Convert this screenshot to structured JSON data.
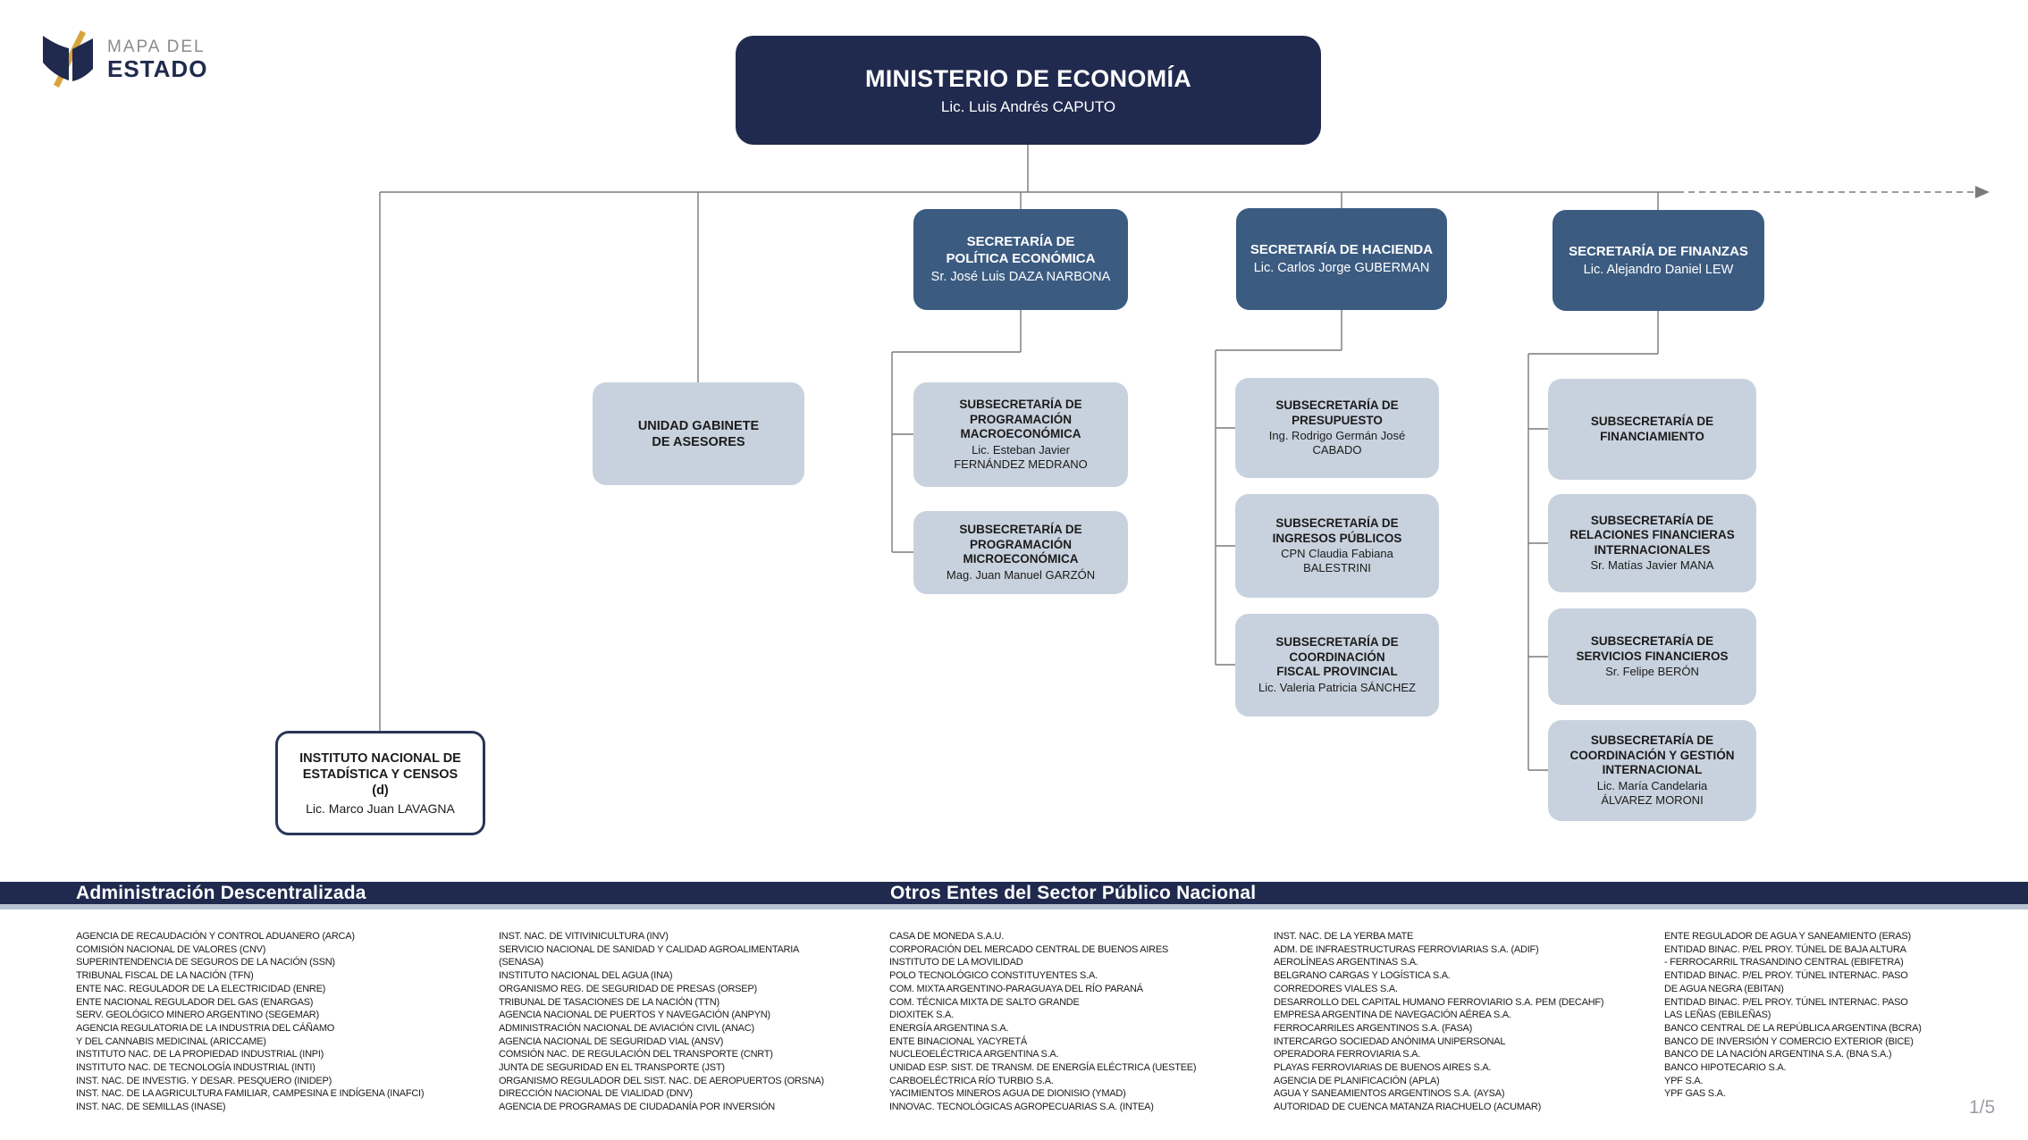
{
  "logo": {
    "top": "MAPA DEL",
    "bottom": "ESTADO"
  },
  "page_indicator": "1/5",
  "colors": {
    "navy": "#202A4E",
    "steel": "#3B5B81",
    "lightbox": "#C8D2DE",
    "strip": "#B7C3D2",
    "connector": "#7A7A7A",
    "gold": "#D9A43B"
  },
  "org": {
    "ministry": {
      "title": "MINISTERIO DE ECONOMÍA",
      "name": "Lic. Luis Andrés CAPUTO"
    },
    "unidad_gabinete": {
      "title": "UNIDAD GABINETE\nDE ASESORES",
      "name": ""
    },
    "indec": {
      "title": "INSTITUTO NACIONAL DE\nESTADÍSTICA Y CENSOS\n(d)",
      "name": "Lic. Marco Juan LAVAGNA"
    },
    "sec_politica": {
      "title": "SECRETARÍA DE\nPOLÍTICA ECONÓMICA",
      "name": "Sr. José Luis DAZA NARBONA"
    },
    "sec_hacienda": {
      "title": "SECRETARÍA DE HACIENDA",
      "name": "Lic. Carlos Jorge GUBERMAN"
    },
    "sec_finanzas": {
      "title": "SECRETARÍA DE FINANZAS",
      "name": "Lic. Alejandro Daniel LEW"
    },
    "sub_macro": {
      "title": "SUBSECRETARÍA DE\nPROGRAMACIÓN\nMACROECONÓMICA",
      "name": "Lic. Esteban Javier\nFERNÁNDEZ MEDRANO"
    },
    "sub_micro": {
      "title": "SUBSECRETARÍA DE\nPROGRAMACIÓN\nMICROECONÓMICA",
      "name": "Mag. Juan Manuel GARZÓN"
    },
    "sub_presupuesto": {
      "title": "SUBSECRETARÍA DE\nPRESUPUESTO",
      "name": "Ing. Rodrigo Germán José\nCABADO"
    },
    "sub_ingresos": {
      "title": "SUBSECRETARÍA DE\nINGRESOS PÚBLICOS",
      "name": "CPN Claudia Fabiana\nBALESTRINI"
    },
    "sub_coord_fiscal": {
      "title": "SUBSECRETARÍA DE\nCOORDINACIÓN\nFISCAL PROVINCIAL",
      "name": "Lic. Valeria Patricia SÁNCHEZ"
    },
    "sub_financiamiento": {
      "title": "SUBSECRETARÍA DE\nFINANCIAMIENTO",
      "name": ""
    },
    "sub_relaciones": {
      "title": "SUBSECRETARÍA DE\nRELACIONES FINANCIERAS\nINTERNACIONALES",
      "name": "Sr. Matías Javier MANA"
    },
    "sub_servicios": {
      "title": "SUBSECRETARÍA DE\nSERVICIOS FINANCIEROS",
      "name": "Sr. Felipe BERÓN"
    },
    "sub_coord_gestion": {
      "title": "SUBSECRETARÍA DE\nCOORDINACIÓN Y GESTIÓN\nINTERNACIONAL",
      "name": "Lic. María Candelaria\nÁLVAREZ MORONI"
    }
  },
  "sections": {
    "descentralizada": {
      "header": "Administración Descentralizada",
      "col1": [
        "AGENCIA DE RECAUDACIÓN Y CONTROL ADUANERO (ARCA)",
        "COMISIÓN NACIONAL DE VALORES (CNV)",
        "SUPERINTENDENCIA DE SEGUROS DE LA NACIÓN (SSN)",
        "TRIBUNAL FISCAL DE LA NACIÓN (TFN)",
        "ENTE NAC. REGULADOR DE LA ELECTRICIDAD (ENRE)",
        "ENTE NACIONAL REGULADOR DEL GAS (ENARGAS)",
        "SERV. GEOLÓGICO MINERO ARGENTINO (SEGEMAR)",
        "AGENCIA REGULATORIA DE LA INDUSTRIA DEL CÁÑAMO\nY DEL CANNABIS MEDICINAL (ARICCAME)",
        "INSTITUTO NAC. DE LA PROPIEDAD INDUSTRIAL (INPI)",
        "INSTITUTO NAC. DE TECNOLOGÍA INDUSTRIAL (INTI)",
        "INST. NAC. DE INVESTIG. Y DESAR. PESQUERO (INIDEP)",
        "INST. NAC. DE LA AGRICULTURA FAMILIAR, CAMPESINA E INDÍGENA (INAFCI)",
        "INST. NAC. DE SEMILLAS (INASE)"
      ],
      "col2": [
        "INST. NAC. DE VITIVINICULTURA (INV)",
        "SERVICIO NACIONAL DE SANIDAD Y CALIDAD AGROALIMENTARIA\n(SENASA)",
        "INSTITUTO NACIONAL DEL AGUA (INA)",
        "ORGANISMO REG. DE SEGURIDAD DE PRESAS (ORSEP)",
        "TRIBUNAL DE TASACIONES DE LA NACIÓN (TTN)",
        "AGENCIA NACIONAL DE PUERTOS Y NAVEGACIÓN (ANPYN)",
        "ADMINISTRACIÓN NACIONAL DE AVIACIÓN CIVIL (ANAC)",
        "AGENCIA NACIONAL DE SEGURIDAD VIAL (ANSV)",
        "COMSIÓN NAC. DE REGULACIÓN DEL TRANSPORTE (CNRT)",
        "JUNTA DE SEGURIDAD EN EL TRANSPORTE (JST)",
        "ORGANISMO REGULADOR DEL SIST. NAC. DE AEROPUERTOS (ORSNA)",
        "DIRECCIÓN NACIONAL DE VIALIDAD (DNV)",
        "AGENCIA DE PROGRAMAS DE CIUDADANÍA POR INVERSIÓN"
      ]
    },
    "otros_entes": {
      "header": "Otros Entes del Sector Público Nacional",
      "col1": [
        "CASA DE MONEDA S.A.U.",
        "CORPORACIÓN DEL MERCADO CENTRAL DE BUENOS AIRES",
        "INSTITUTO DE LA MOVILIDAD",
        "POLO TECNOLÓGICO CONSTITUYENTES S.A.",
        "COM. MIXTA ARGENTINO-PARAGUAYA DEL RÍO PARANÁ",
        "COM. TÉCNICA MIXTA DE SALTO GRANDE",
        "DIOXITEK S.A.",
        "ENERGÍA ARGENTINA S.A.",
        "ENTE BINACIONAL YACYRETÁ",
        "NUCLEOELÉCTRICA ARGENTINA S.A.",
        "UNIDAD ESP. SIST. DE TRANSM. DE ENERGÍA ELÉCTRICA (UESTEE)",
        "CARBOELÉCTRICA RÍO TURBIO S.A.",
        "YACIMIENTOS MINEROS AGUA DE DIONISIO (YMAD)",
        "INNOVAC. TECNOLÓGICAS AGROPECUARIAS S.A. (INTEA)"
      ],
      "col2": [
        "INST. NAC. DE LA YERBA MATE",
        "ADM. DE INFRAESTRUCTURAS FERROVIARIAS S.A. (ADIF)",
        "AEROLÍNEAS ARGENTINAS S.A.",
        "BELGRANO CARGAS Y LOGÍSTICA S.A.",
        "CORREDORES VIALES S.A.",
        "DESARROLLO DEL CAPITAL HUMANO FERROVIARIO S.A. PEM (DECAHF)",
        "EMPRESA ARGENTINA DE NAVEGACIÓN AÉREA S.A.",
        "FERROCARRILES ARGENTINOS S.A. (FASA)",
        "INTERCARGO SOCIEDAD ANÓNIMA UNIPERSONAL",
        "OPERADORA FERROVIARIA S.A.",
        "PLAYAS FERROVIARIAS DE BUENOS AIRES S.A.",
        "AGENCIA DE PLANIFICACIÓN (APLA)",
        "AGUA Y SANEAMIENTOS ARGENTINOS S.A. (AYSA)",
        "AUTORIDAD DE CUENCA MATANZA RIACHUELO (ACUMAR)"
      ],
      "col3": [
        "ENTE REGULADOR DE AGUA Y SANEAMIENTO (ERAS)",
        "ENTIDAD BINAC. P/EL PROY. TÚNEL DE BAJA ALTURA\n- FERROCARRIL TRASANDINO CENTRAL (EBIFETRA)",
        "ENTIDAD BINAC. P/EL PROY. TÚNEL INTERNAC. PASO\nDE AGUA NEGRA (EBITAN)",
        "ENTIDAD BINAC. P/EL PROY. TÚNEL INTERNAC. PASO\nLAS LEÑAS (EBILEÑAS)",
        "BANCO CENTRAL DE LA REPÚBLICA ARGENTINA (BCRA)",
        "BANCO DE INVERSIÓN Y COMERCIO EXTERIOR (BICE)",
        "BANCO DE LA NACIÓN ARGENTINA S.A. (BNA S.A.)",
        "BANCO HIPOTECARIO S.A.",
        "YPF S.A.",
        "YPF GAS S.A."
      ]
    }
  }
}
